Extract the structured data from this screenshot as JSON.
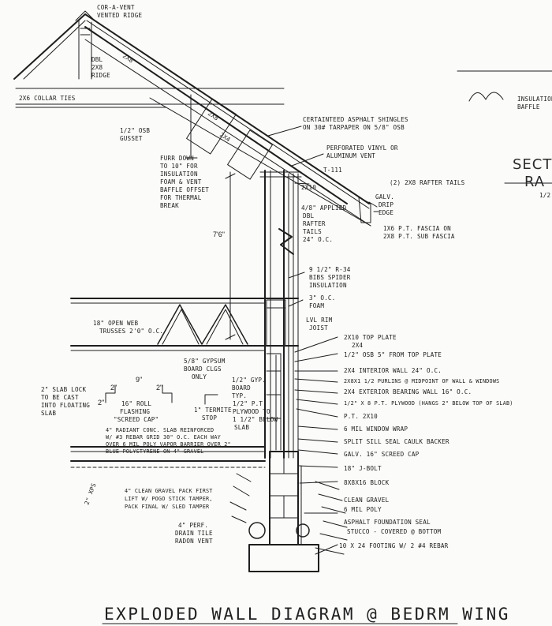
{
  "title": "EXPLODED WALL DIAGRAM @ BEDRM WING",
  "labels": {
    "ridge_vent": "COR-A-VENT",
    "ridge_vent_2": "VENTED RIDGE",
    "dbl": "DBL",
    "dbl_2": "2x8",
    "dbl_3": "RIDGE",
    "rafter": "2x8",
    "collar_ties": "2x6 COLLAR TIES",
    "gusset": "1/2\" OSB",
    "gusset_2": "GUSSET",
    "furr_1": "FURR DOWN",
    "furr_2": "TO 10\" FOR",
    "furr_3": "INSULATION",
    "furr_4": "FOAM & VENT",
    "furr_5": "BAFFLE OFFSET",
    "furr_6": "FOR THERMAL",
    "furr_7": "BREAK",
    "purlin_2x8": "2x8",
    "purlin_2x4": "2x4",
    "shingles_1": "CERTAINTEED ASPHALT SHINGLES",
    "shingles_2": "ON 30# TARPAPER ON 5/8\" OSB",
    "vent_1": "PERFORATED VINYL OR",
    "vent_2": "ALUMINUM VENT",
    "t111": "T-111",
    "rafter_tails": "(2) 2x8 RAFTER TAILS",
    "drip_1": "GALV.",
    "drip_2": "DRIP",
    "drip_3": "EDGE",
    "sx10": "2x10",
    "applied_1": "4/8\" APPLIED",
    "applied_2": "DBL",
    "applied_3": "RAFTER",
    "applied_4": "TAILS",
    "applied_5": "24\" O.C.",
    "fascia_1": "1x6 P.T. FASCIA ON",
    "fascia_2": "2x8 P.T. SUB FASCIA",
    "height_dim": "7'6\"",
    "bibs_1": "9 1/2\" R-34",
    "bibs_2": "BIBS SPIDER",
    "bibs_3": "INSULATION",
    "foam_1": "3\" O.C.",
    "foam_2": "FOAM",
    "lvl_1": "LVL RIM",
    "lvl_2": "JOIST",
    "trusses_1": "18\" OPEN WEB",
    "trusses_2": "TRUSSES 2'0\" O.C.",
    "gypsum_1": "5/8\" GYPSUM",
    "gypsum_2": "BOARD CLGS",
    "gypsum_3": "ONLY",
    "top_plate": "2x10 TOP PLATE",
    "top_plate_2": "2x4",
    "osb_top": "1/2\" OSB 5\" FROM TOP PLATE",
    "int_wall": "2x4 INTERIOR WALL 24\" O.C.",
    "purlins": "2x8x1 1/2 PURLINS @ MIDPOINT OF WALL & WINDOWS",
    "ext_wall": "2x4 EXTERIOR BEARING WALL 16\" O.C.",
    "plywood": "1/2\" x 8 P.T. PLYWOOD (HANGS 2\" BELOW TOP OF SLAB)",
    "pt_2x10": "P.T. 2x10",
    "window_wrap": "6 MIL WINDOW WRAP",
    "sill_seal": "SPLIT SILL SEAL CAULK BACKER",
    "screed_cap": "GALV. 16\" SCREED CAP",
    "jbolt": "18\" J-BOLT",
    "block": "8x8x16 BLOCK",
    "gravel": "CLEAN GRAVEL",
    "poly": "6 MIL POLY",
    "asphalt": "ASPHALT FOUNDATION SEAL",
    "stucco": "STUCCO - COVERED @ BOTTOM",
    "footing": "10 x 24 FOOTING W/ 2 #4 REBAR",
    "gyp_1": "1/2\" GYP.",
    "gyp_2": "BOARD",
    "gyp_3": "TYP.",
    "pt_ply_1": "1/2\" P.T.",
    "pt_ply_2": "PLYWOOD TO",
    "pt_ply_3": "1 1/2\" BELOW",
    "pt_ply_4": "SLAB",
    "slab_lock_1": "2\" SLAB LOCK",
    "slab_lock_2": "TO BE CAST",
    "slab_lock_3": "INTO FLOATING",
    "slab_lock_4": "SLAB",
    "dim_2a": "2\"",
    "dim_2b": "2\"",
    "dim_2c": "2\"",
    "dim_9": "9\"",
    "roll_1": "16\" ROLL",
    "roll_2": "FLASHING",
    "roll_3": "\"SCREED CAP\"",
    "termite_1": "1\" TERMITE",
    "termite_2": "STOP",
    "radiant_1": "4\" RADIANT CONC. SLAB REINFORCED",
    "radiant_2": "W/ #3 REBAR GRID 30\" O.C. EACH WAY",
    "radiant_3": "OVER 6 MIL POLY VAPOR BARRIER OVER 2\"",
    "radiant_4": "BLUE POLYSTYRENE ON 4\" GRAVEL",
    "gravel_pack_1": "4\" CLEAN GRAVEL PACK FIRST",
    "gravel_pack_2": "LIFT W/ POGO STICK TAMPER,",
    "gravel_pack_3": "PACK FINAL W/ SLED TAMPER",
    "xps": "2\" XPS",
    "drain_1": "4\" PERF.",
    "drain_2": "DRAIN TILE",
    "drain_3": "RADON VENT",
    "insul_1": "INSULATION",
    "insul_2": "BAFFLE",
    "sect_1": "SECTI",
    "sect_2": "RA",
    "sect_3": "1/2"
  }
}
